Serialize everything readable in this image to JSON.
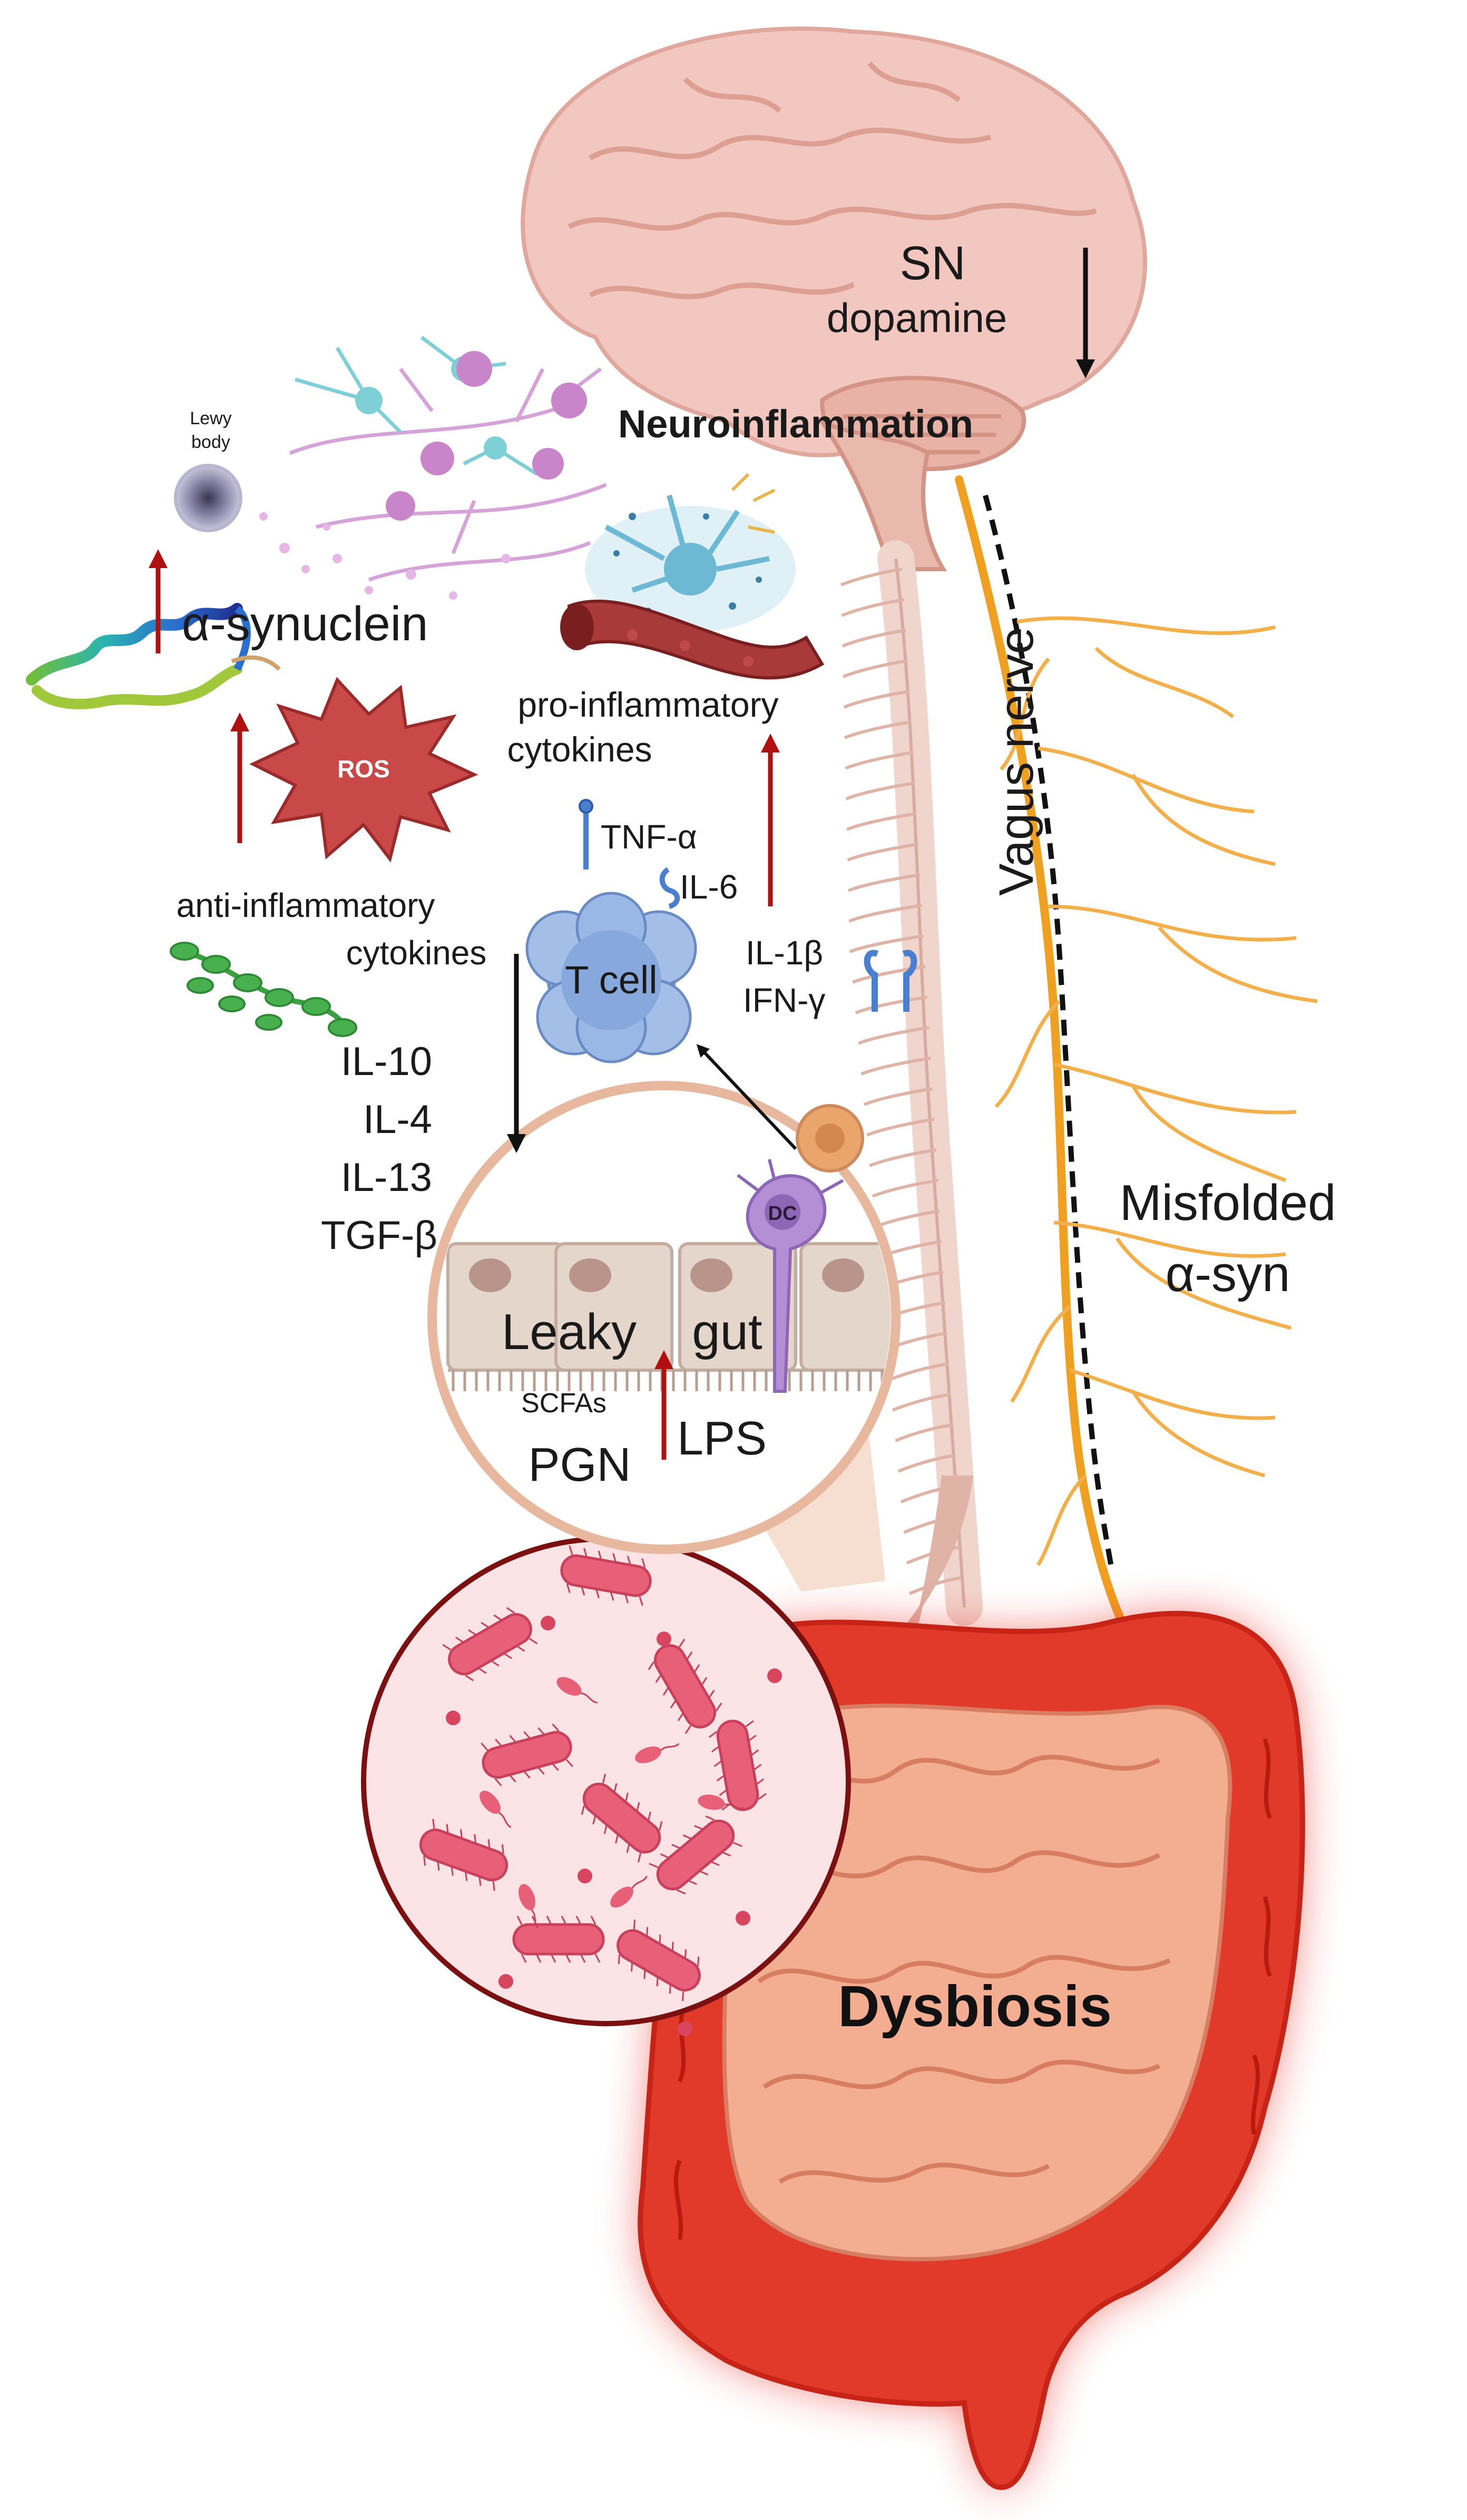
{
  "labels": {
    "sn": "SN",
    "dopamine": "dopamine",
    "neuroinflammation": "Neuroinflammation",
    "lewy_line1": "Lewy",
    "lewy_line2": "body",
    "alpha_synuclein": "α-synuclein",
    "ros": "ROS",
    "pro_inflammatory_line1": "pro-inflammatory",
    "pro_inflammatory_line2": "cytokines",
    "tnf": "TNF-α",
    "il6": "IL-6",
    "il1b": "IL-1β",
    "ifng": "IFN-γ",
    "tcell": "T cell",
    "anti_inflammatory_line1": "anti-inflammatory",
    "anti_inflammatory_line2": "cytokines",
    "il10": "IL-10",
    "il4": "IL-4",
    "il13": "IL-13",
    "tgfb": "TGF-β",
    "dc": "DC",
    "leaky": "Leaky",
    "gut": "gut",
    "scfas": "SCFAs",
    "pgn": "PGN",
    "lps": "LPS",
    "vagus": "Vagus nerve",
    "misfolded_line1": "Misfolded",
    "misfolded_line2": "α-syn",
    "dysbiosis": "Dysbiosis"
  },
  "colors": {
    "up_arrow": "#b01010",
    "down_arrow": "#111111",
    "brain": "#f2c7bf",
    "nerve": "#f0a020",
    "intestine_glow": "#e8261d",
    "intestine": "#f3ae92",
    "bacteria": "#e85f78",
    "bacteria_bg": "#fbe3e6",
    "ros_star": "#c94848",
    "tcell": "#7f9fd4",
    "epithelium": "#e4d6cb",
    "dc": "#b48fd6"
  }
}
